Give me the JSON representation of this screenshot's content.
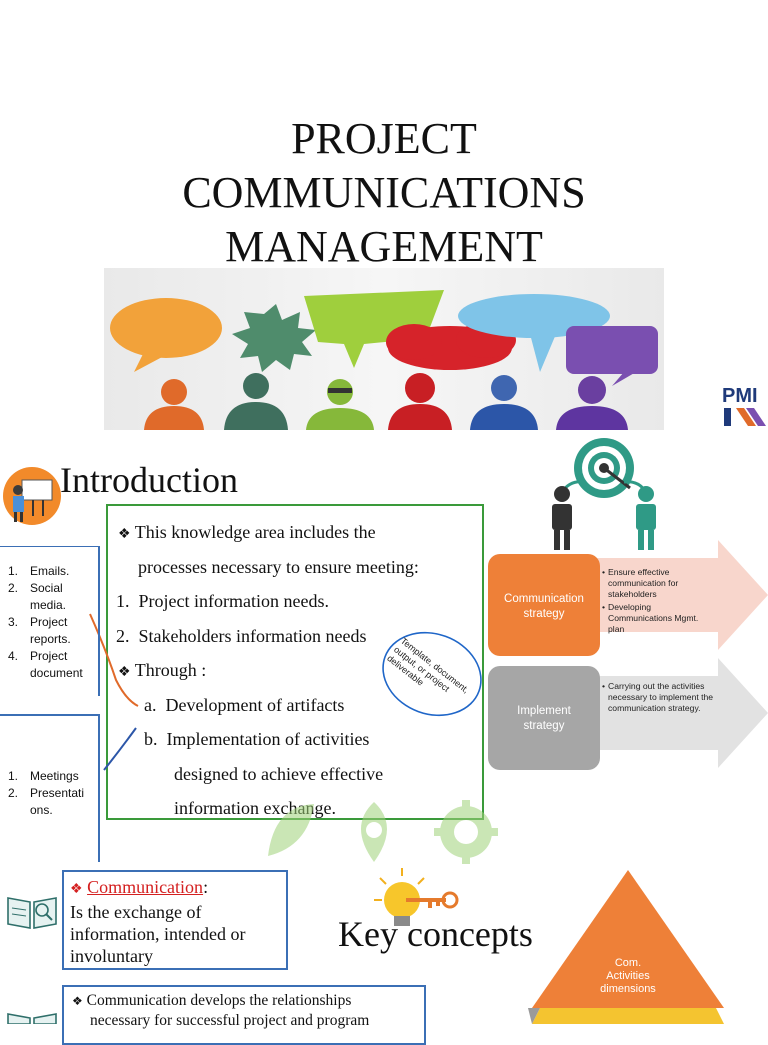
{
  "title": {
    "line1": "PROJECT",
    "line2": "COMMUNICATIONS",
    "line3": "MANAGEMENT"
  },
  "logo": {
    "text": "PMI"
  },
  "intro": {
    "heading": "Introduction",
    "bullet_glyph": "❖",
    "line1": "This knowledge area includes the",
    "line2": "processes necessary to ensure meeting:",
    "needs": [
      {
        "num": "1.",
        "text": "Project information needs."
      },
      {
        "num": "2.",
        "text": "Stakeholders information needs"
      }
    ],
    "through": "Through :",
    "activities": [
      {
        "letter": "a.",
        "text": "Development of artifacts"
      },
      {
        "letter": "b.",
        "text": "Implementation of activities"
      },
      {
        "letter": "",
        "text": "designed to achieve effective"
      },
      {
        "letter": "",
        "text": "information exchange."
      }
    ],
    "note": "Template, document, output, or project deliverable"
  },
  "artifacts_list": [
    {
      "num": "1.",
      "text": "Emails."
    },
    {
      "num": "2.",
      "text": "Social"
    },
    {
      "num": "",
      "text": "media."
    },
    {
      "num": "3.",
      "text": "Project"
    },
    {
      "num": "",
      "text": "reports."
    },
    {
      "num": "4.",
      "text": "Project"
    },
    {
      "num": "",
      "text": "document"
    }
  ],
  "activities_list": [
    {
      "num": "1.",
      "text": "Meetings"
    },
    {
      "num": "2.",
      "text": "Presentati"
    },
    {
      "num": "",
      "text": "ons."
    }
  ],
  "strategy": {
    "items": [
      {
        "label_l1": "Communication",
        "label_l2": "strategy",
        "bullets": [
          "Ensure effective",
          "communication for",
          "stakeholders",
          "Developing",
          "Communications Mgmt.",
          "plan"
        ],
        "box_color": "#ee8038",
        "arrow_color": "#f8d6cc"
      },
      {
        "label_l1": "Implement",
        "label_l2": "strategy",
        "bullets": [
          "Carrying out the activities",
          "necessary to implement the",
          "communication strategy."
        ],
        "box_color": "#a6a6a6",
        "arrow_color": "#e2e2e2"
      }
    ]
  },
  "communication": {
    "term": "Communication",
    "colon": ":",
    "def1": "Is the exchange of",
    "def2": "information, intended or",
    "def3": "involuntary"
  },
  "development": {
    "line1": "Communication develops the relationships",
    "line2": "necessary for successful project and program"
  },
  "key_concepts": {
    "heading": "Key concepts"
  },
  "pyramid": {
    "line1": "Com.",
    "line2": "Activities",
    "line3": "dimensions",
    "color": "#ee8038"
  },
  "colors": {
    "green_border": "#3a9a3a",
    "blue_border": "#3b6fb5",
    "red_term": "#d42020",
    "orange": "#ee8038"
  }
}
